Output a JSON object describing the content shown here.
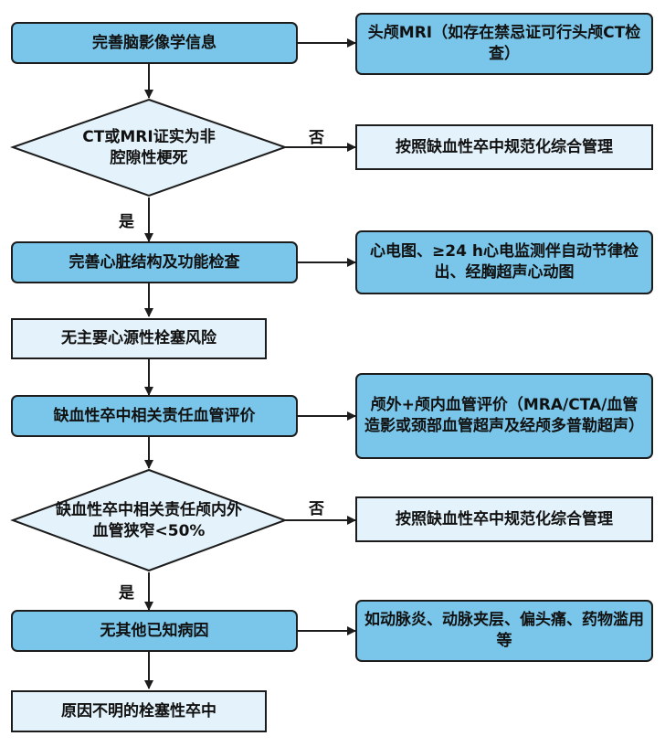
{
  "flowchart": {
    "node_perfect_imaging": "完善脑影像学信息",
    "node_head_mri": "头颅MRI（如存在禁忌证可行头颅CT检查）",
    "decision_non_lacunar": "CT或MRI证实为非腔隙性梗死",
    "label_no_1": "否",
    "node_manage_1": "按照缺血性卒中规范化综合管理",
    "label_yes_1": "是",
    "node_cardiac_exam": "完善心脏结构及功能检查",
    "node_cardiac_methods": "心电图、≥24 h心电监测伴自动节律检出、经胸超声心动图",
    "node_no_cardiac_risk": "无主要心源性栓塞风险",
    "node_vessel_eval": "缺血性卒中相关责任血管评价",
    "node_vessel_methods": "颅外+颅内血管评价（MRA/CTA/血管造影或颈部血管超声及经颅多普勒超声）",
    "decision_stenosis": "缺血性卒中相关责任颅内外血管狭窄<50%",
    "label_no_2": "否",
    "node_manage_2": "按照缺血性卒中规范化综合管理",
    "label_yes_2": "是",
    "node_no_other_cause": "无其他已知病因",
    "node_other_causes": "如动脉炎、动脉夹层、偏头痛、药物滥用等",
    "node_esus": "原因不明的栓塞性卒中"
  },
  "colors": {
    "dark_fill": "#79c6ea",
    "light_fill": "#e4f3fb",
    "stroke": "#1c1c1c"
  }
}
